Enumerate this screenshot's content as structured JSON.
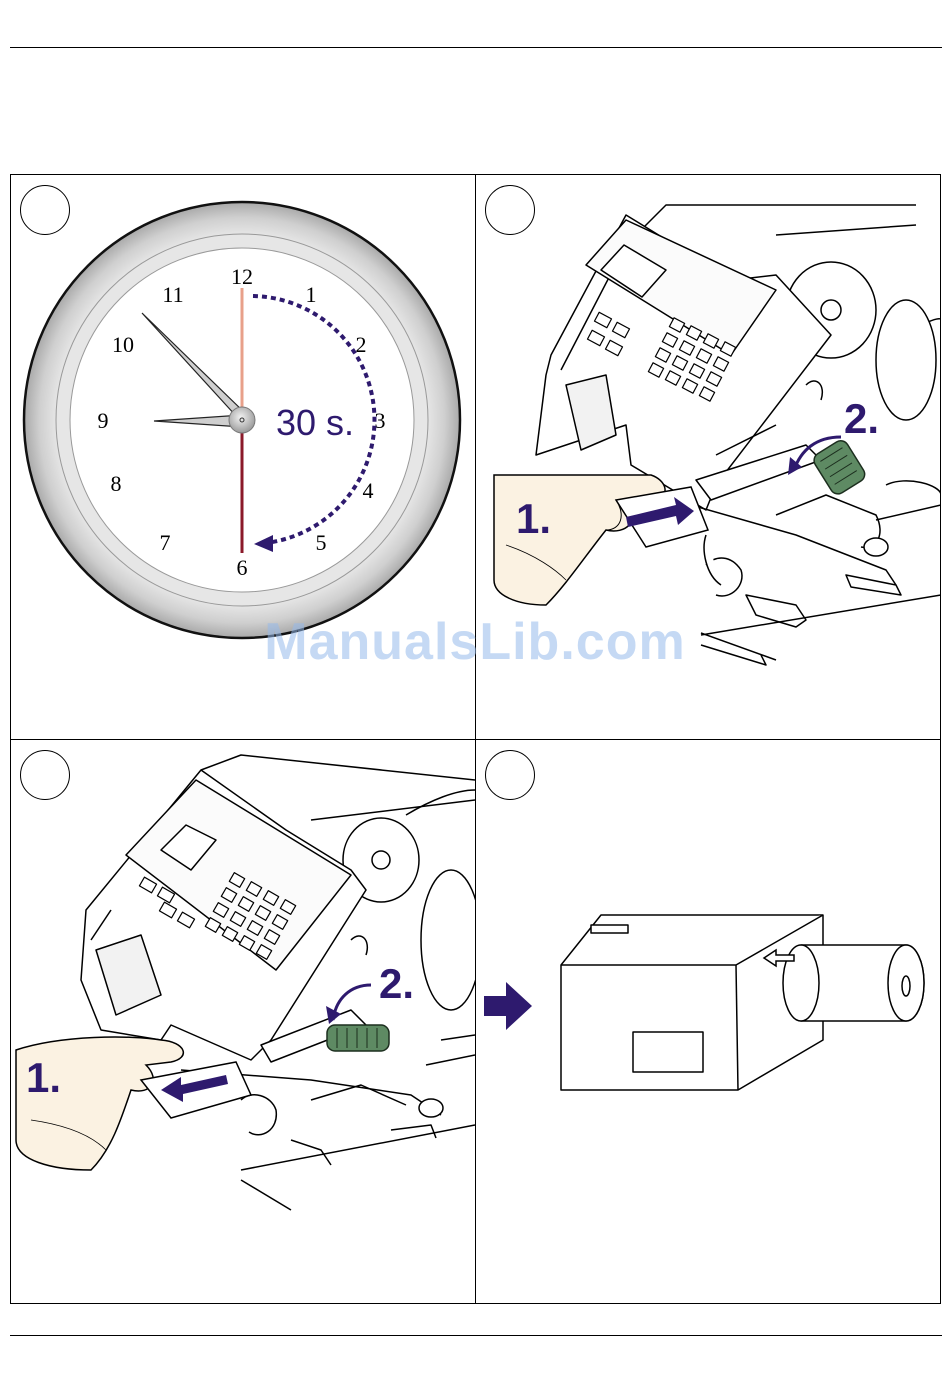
{
  "clock": {
    "numbers": [
      "12",
      "1",
      "2",
      "3",
      "4",
      "5",
      "6",
      "7",
      "8",
      "9",
      "10",
      "11"
    ],
    "duration_label": "30 s."
  },
  "panel_b": {
    "step1": "1.",
    "step2": "2."
  },
  "panel_c": {
    "step1": "1.",
    "step2": "2."
  },
  "watermark": "ManualsLib.com",
  "colors": {
    "accent": "#2e1a6e",
    "knob": "#5e8a63",
    "hand_red": "#8b1a2a",
    "hand_pink": "#e8a08a"
  }
}
